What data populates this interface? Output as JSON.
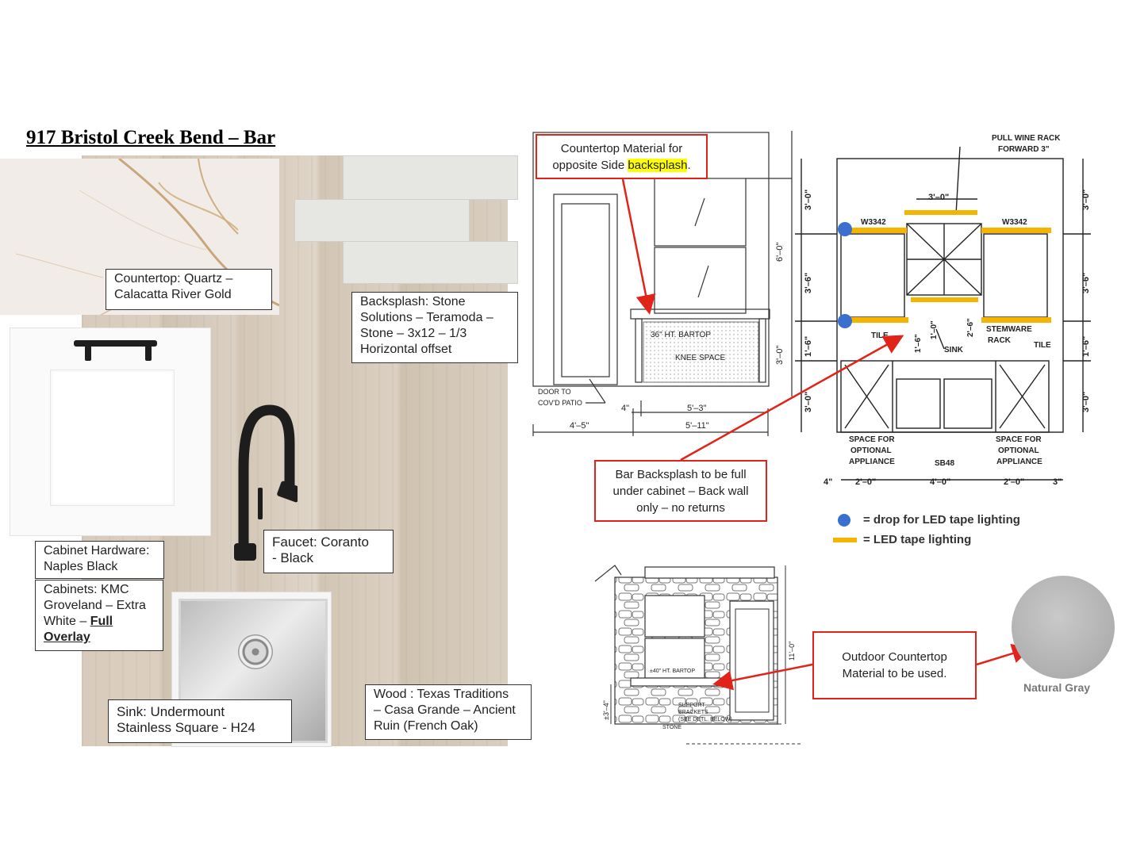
{
  "title": "917 Bristol Creek Bend – Bar",
  "labels": {
    "countertop": [
      "Countertop: Quartz –",
      "Calacatta River Gold"
    ],
    "backsplash": [
      "Backsplash: Stone",
      "Solutions – Teramoda –",
      "Stone – 3x12 – 1/3",
      "Horizontal offset"
    ],
    "hardware": [
      "Cabinet Hardware:",
      "Naples Black"
    ],
    "cabinets": [
      "Cabinets: KMC",
      "Groveland – Extra",
      "White – "
    ],
    "cabinets_emph": [
      "Full",
      "Overlay"
    ],
    "faucet": [
      "Faucet: Coranto",
      "- Black"
    ],
    "sink": [
      "Sink: Undermount",
      "Stainless Square - H24"
    ],
    "wood": [
      "Wood : Texas Traditions",
      "– Casa Grande – Ancient",
      "Ruin (French Oak)"
    ]
  },
  "callouts": {
    "countertop_material": {
      "line1": "Countertop Material for",
      "line2_pre": "opposite Side ",
      "line2_hl": "backsplash",
      "line2_post": "."
    },
    "bar_backsplash": [
      "Bar Backsplash to be full",
      "under cabinet – Back wall",
      "only – no returns"
    ],
    "outdoor_countertop": [
      "Outdoor Countertop",
      "Material to be used."
    ]
  },
  "legend": {
    "dot": "= drop for LED tape lighting",
    "bar": "= LED tape lighting"
  },
  "swatch": {
    "label": "Natural Gray"
  },
  "drawing_left": {
    "bartop": "36\" HT. BARTOP",
    "knee": "KNEE SPACE",
    "door": [
      "DOOR TO",
      "COV'D PATIO"
    ],
    "dims": [
      "4'–5\"",
      "5'–11\"",
      "5'–3\"",
      "4\"",
      "3'–0\"",
      "6'–0\""
    ]
  },
  "drawing_right": {
    "pull": [
      "PULL WINE RACK",
      "FORWARD 3\""
    ],
    "w3342": "W3342",
    "top_dim": "3'–0\"",
    "tile": "TILE",
    "sink": "SINK",
    "stemware": [
      "STEMWARE",
      "RACK"
    ],
    "space": [
      "SPACE FOR",
      "OPTIONAL",
      "APPLIANCE"
    ],
    "sb48": "SB48",
    "bottom_dims": [
      "4\"",
      "2'–0\"",
      "4'–0\"",
      "2'–0\"",
      "3\""
    ],
    "side_dims": [
      "3'–0\"",
      "3'–6\"",
      "1'–6\"",
      "3'–0\""
    ],
    "mid_dims": [
      "1'–6\"",
      "1'–0\"",
      "2'–6\""
    ]
  },
  "drawing_outdoor": {
    "bartop": "±40\" HT. BARTOP",
    "brackets": [
      "SUPPORT",
      "BRACKETS",
      "(SEE DETL. BELOW)"
    ],
    "stone": "STONE",
    "height": "11'–0\"",
    "lower": "±3'–4\""
  },
  "colors": {
    "callout_border": "#e2231a",
    "led": "#f5b400",
    "dot": "#3a6fd0",
    "highlight": "#ffff00"
  }
}
